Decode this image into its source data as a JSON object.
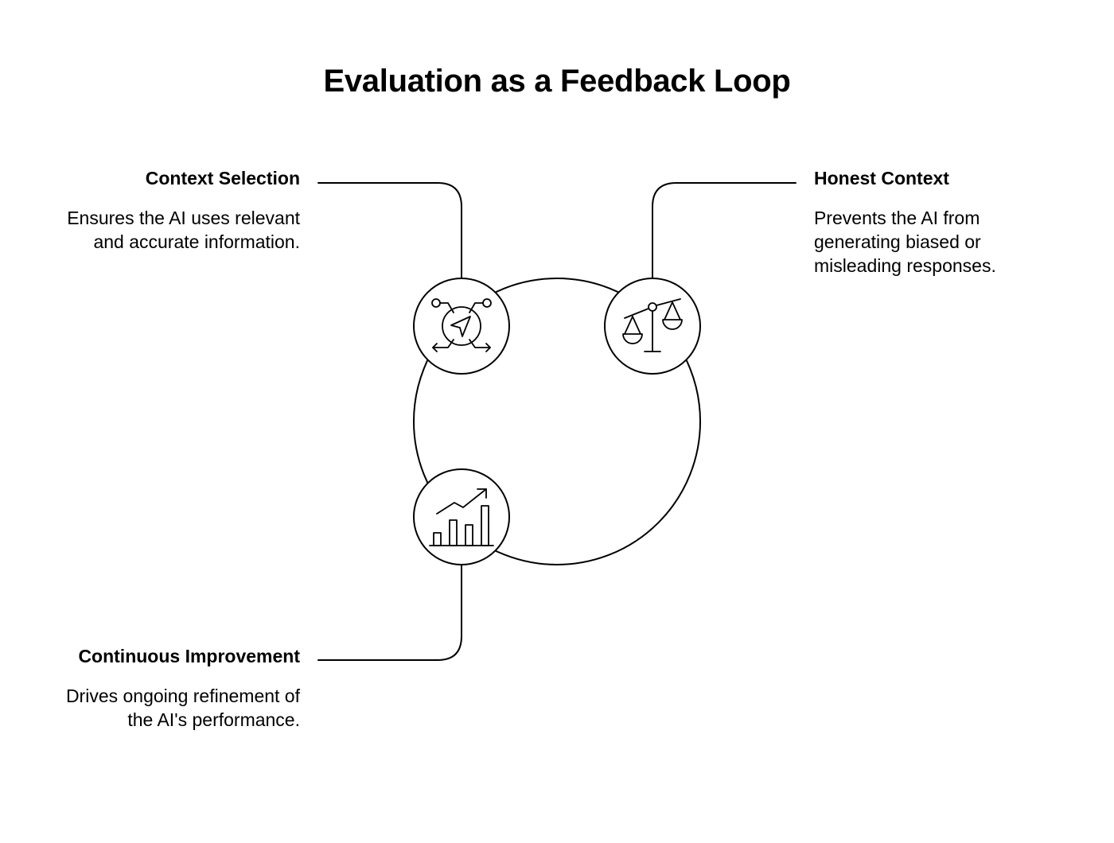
{
  "title": "Evaluation as a Feedback Loop",
  "items": [
    {
      "title": "Context Selection",
      "description": "Ensures the AI uses relevant and accurate information.",
      "icon": "navigation-icon"
    },
    {
      "title": "Honest Context",
      "description": "Prevents the AI from generating biased or misleading responses.",
      "icon": "balance-scale-icon"
    },
    {
      "title": "Continuous Improvement",
      "description": "Drives ongoing refinement of the AI's performance.",
      "icon": "growth-chart-icon"
    }
  ],
  "colors": {
    "stroke": "#000000",
    "background": "#ffffff"
  }
}
